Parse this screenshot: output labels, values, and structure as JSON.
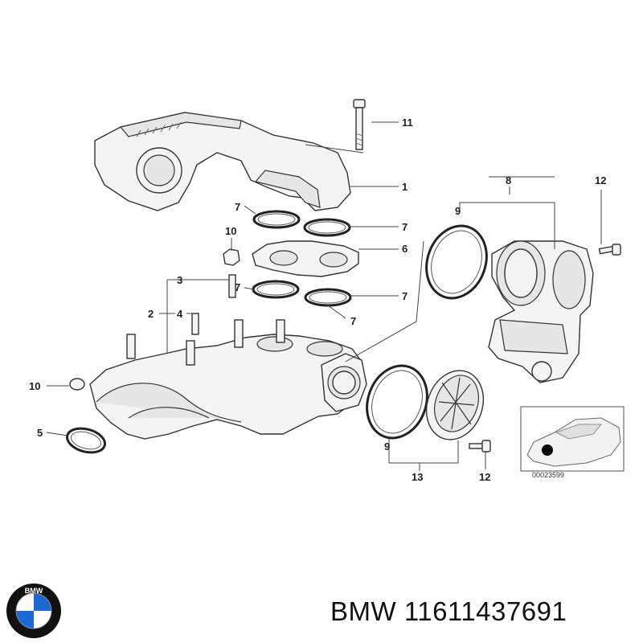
{
  "diagram": {
    "callouts": {
      "c1": "1",
      "c2": "2",
      "c3": "3",
      "c4": "4",
      "c5": "5",
      "c6": "6",
      "c7a": "7",
      "c7b": "7",
      "c7c": "7",
      "c7d": "7",
      "c7e": "7",
      "c8": "8",
      "c9a": "9",
      "c9b": "9",
      "c10a": "10",
      "c10b": "10",
      "c11": "11",
      "c12a": "12",
      "c12b": "12",
      "c13": "13"
    },
    "inset_ref": "00023599"
  },
  "caption": "BMW 11611437691",
  "logo": {
    "name": "bmw-roundel",
    "text": "BMW",
    "colors": {
      "ring": "#111111",
      "blue": "#1c69d4",
      "white": "#ffffff"
    }
  }
}
